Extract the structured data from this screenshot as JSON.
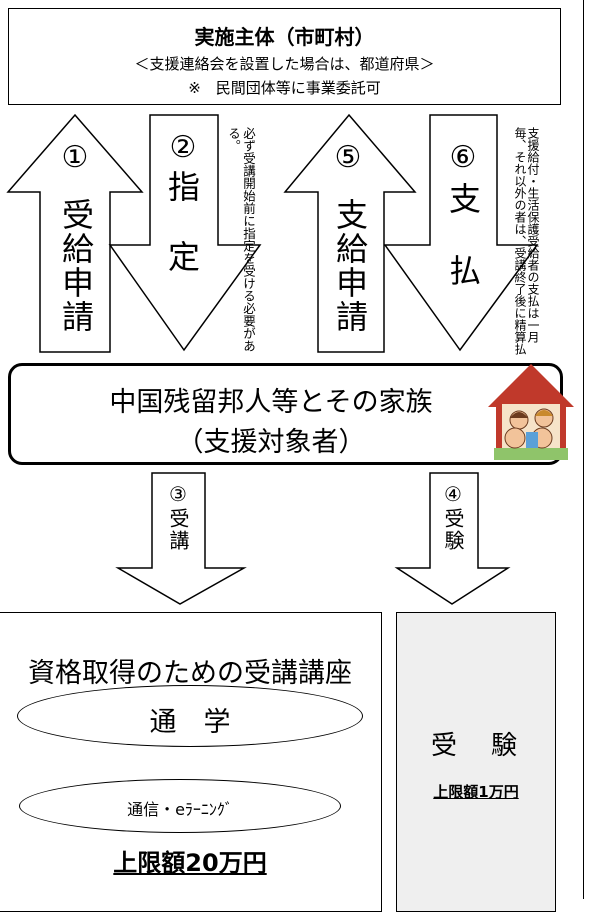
{
  "top_box": {
    "title": "実施主体（市町村）",
    "line2": "＜支援連絡会を設置した場合は、都道府県＞",
    "line3": "※　民間団体等に事業委託可"
  },
  "arrows": {
    "a1_num": "①",
    "a1_text": "受給申請",
    "a2_num": "②",
    "a2_text": "指定",
    "a5_num": "⑤",
    "a5_text": "支給申請",
    "a6_num": "⑥",
    "a6_text": "支払",
    "a3_num": "③",
    "a3_text": "受講",
    "a4_num": "④",
    "a4_text": "受験"
  },
  "notes": {
    "note_shitei": "必ず受講開始前に指定を受ける必要がある。",
    "note_shiharai": "支援給付・生活保護受給者の支払は一月毎、それ以外の者は、受講終了後に精算払"
  },
  "center_box": {
    "line1": "中国残留邦人等とその家族",
    "line2": "（支援対象者）"
  },
  "left_box": {
    "title": "資格取得のための受講講座",
    "oval1": "通　学",
    "oval2": "通信・eﾗｰﾆﾝｸﾞ",
    "limit": "上限額20万円"
  },
  "right_box": {
    "title": "受　験",
    "limit": "上限額1万円"
  },
  "colors": {
    "line": "#000000",
    "background": "#ffffff",
    "house_roof": "#c0392b"
  }
}
